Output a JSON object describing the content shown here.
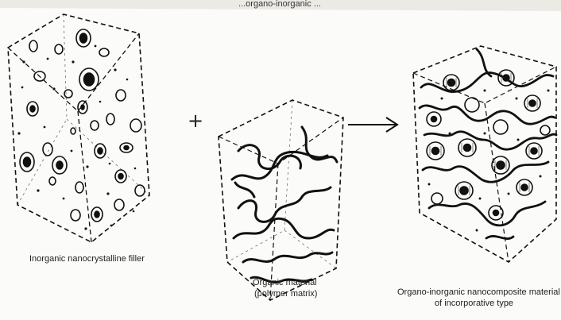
{
  "header": {
    "cut_text": "...organo-inorganic ..."
  },
  "panels": {
    "filler": {
      "caption": "Inorganic nanocrystalline filler"
    },
    "matrix": {
      "caption_line1": "Organic material",
      "caption_line2": "(polymer matrix)"
    },
    "composite": {
      "caption_line1": "Organo-inorganic nanocomposite material",
      "caption_line2": "of incorporative type"
    }
  },
  "operators": {
    "plus": "+",
    "arrow": "→"
  },
  "colors": {
    "ink": "#111111",
    "background": "#fbfbf9"
  }
}
